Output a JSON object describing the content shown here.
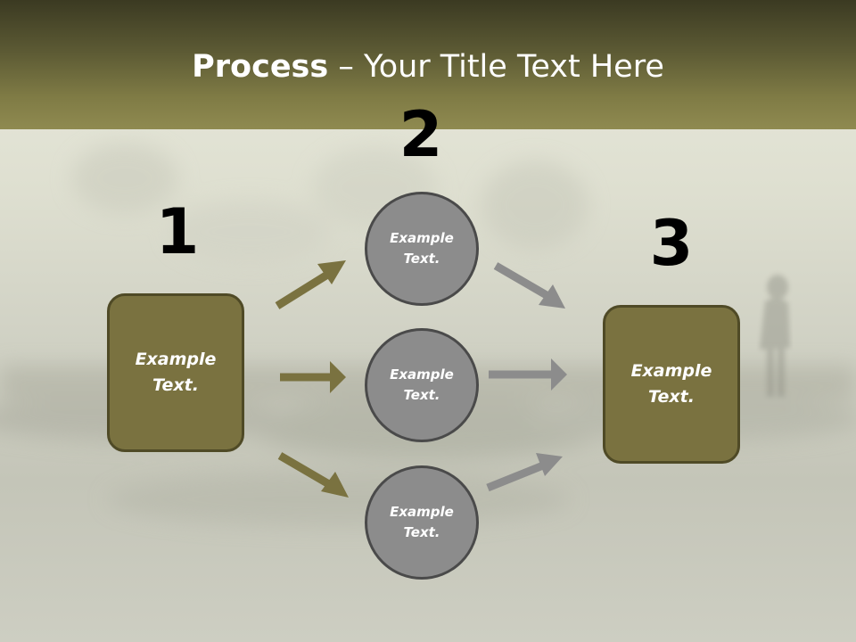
{
  "title": {
    "bold": "Process",
    "rest": " – Your Title Text Here"
  },
  "steps": [
    {
      "number": "1",
      "label": "Example Text."
    },
    {
      "number": "2",
      "label": "Example Text.",
      "circles": [
        "Example Text.",
        "Example Text.",
        "Example Text."
      ]
    },
    {
      "number": "3",
      "label": "Example Text."
    }
  ],
  "colors": {
    "header_dark": "#3b3a22",
    "header_light": "#8f8a50",
    "box_fill": "#7a7240",
    "box_border": "#4f4a26",
    "circle_fill": "#8c8c8c",
    "circle_border": "#4a4a4a",
    "arrow_olive": "#7a7240",
    "arrow_gray": "#8c8c8c"
  }
}
